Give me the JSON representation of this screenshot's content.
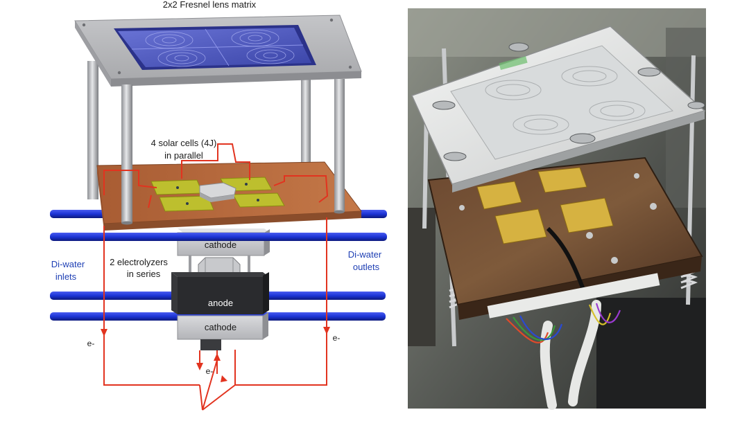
{
  "diagram": {
    "title": "2x2 Fresnel lens matrix",
    "solar_label_line1": "4 solar cells (4J)",
    "solar_label_line2": "in parallel",
    "electrolyzer_label_line1": "2 electrolyzers",
    "electrolyzer_label_line2": "in series",
    "inlets_line1": "Di-water",
    "inlets_line2": "inlets",
    "outlets_line1": "Di-water",
    "outlets_line2": "outlets",
    "cathode_top": "cathode",
    "anode": "anode",
    "cathode_bottom": "cathode",
    "electron_left": "e-",
    "electron_right": "e-",
    "electron_bottom": "e-"
  },
  "colors": {
    "wire": "#e2331f",
    "pipe": "#1c34d6",
    "label_blue": "#1e3fb4",
    "board": "#b5693d",
    "lens": "#5661c8"
  }
}
